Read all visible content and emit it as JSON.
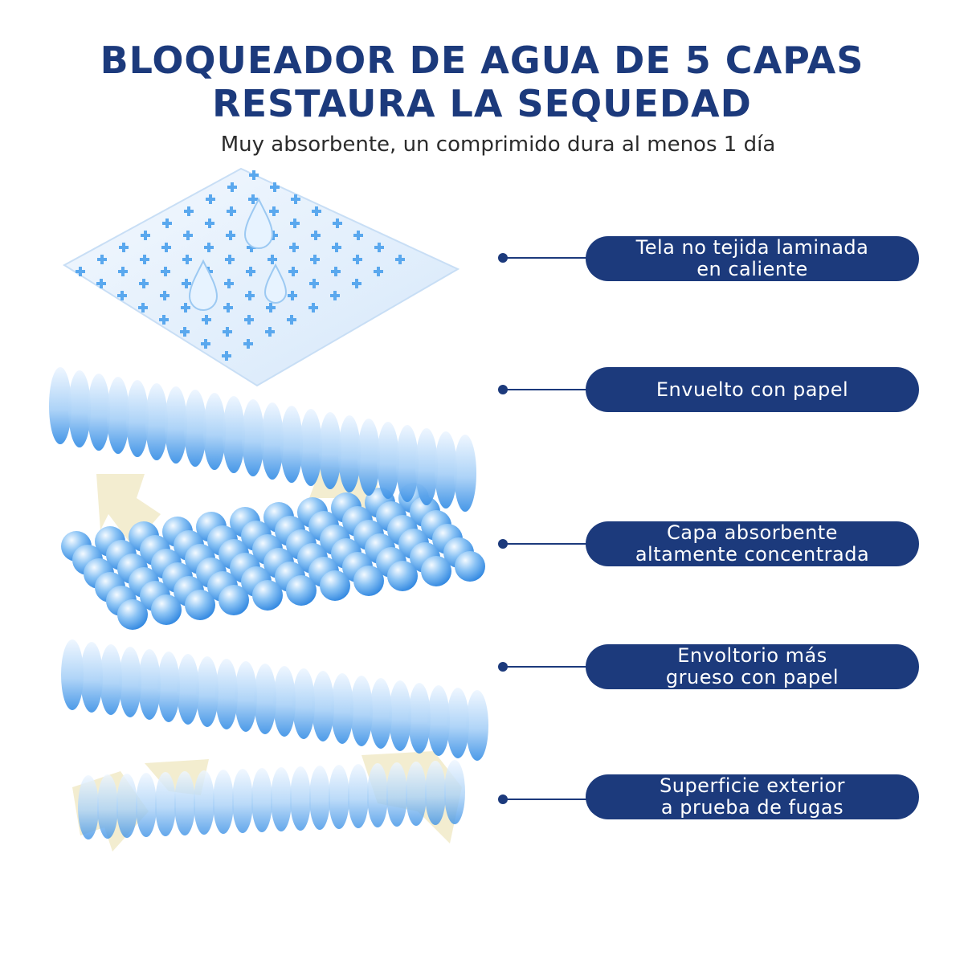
{
  "header": {
    "title_line1": "BLOQUEADOR DE AGUA DE 5 CAPAS",
    "title_line2": "RESTAURA LA SEQUEDAD",
    "subtitle": "Muy absorbente, un comprimido dura al menos 1 día"
  },
  "layers": [
    {
      "line1": "Tela no tejida laminada",
      "line2": "en caliente"
    },
    {
      "line1": "Envuelto con papel",
      "line2": ""
    },
    {
      "line1": "Capa absorbente",
      "line2": "altamente concentrada"
    },
    {
      "line1": "Envoltorio más",
      "line2": "grueso con papel"
    },
    {
      "line1": "Superficie exterior",
      "line2": "a prueba de fugas"
    }
  ],
  "colors": {
    "brand_navy": "#1c3a7c",
    "layer_blue": "#4a9be8",
    "layer_light": "#dcecfb",
    "arrow_cream": "#efe7c0"
  }
}
